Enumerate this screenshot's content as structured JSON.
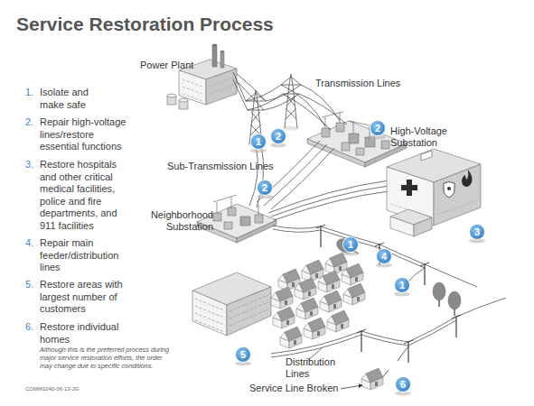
{
  "diagram": {
    "title": "Service Restoration Process",
    "nodes": [
      {
        "text": [
          "1"
        ]
      },
      {
        "text": [
          "2"
        ]
      },
      {
        "text": [
          "2"
        ]
      },
      {
        "text": [
          "2"
        ]
      },
      {
        "text": [
          "3"
        ]
      },
      {
        "text": [
          "1"
        ]
      },
      {
        "text": [
          "4"
        ]
      },
      {
        "text": [
          "1"
        ]
      },
      {
        "text": [
          "5"
        ]
      },
      {
        "text": [
          "6"
        ]
      }
    ],
    "labels": [
      "1.",
      "Isolate and make safe",
      "2.",
      "Repair high-voltage lines/restore essential functions",
      "3.",
      "Restore hospitals and other critical medical facilities, police and fire departments, and 911 facilities",
      "4.",
      "Repair main feeder/distribution lines",
      "5.",
      "Restore areas with largest number of customers",
      "6.",
      "Restore individual homes",
      "Although this is the preferred process during major service restoration efforts, the order may change due to specific conditions.",
      "Power Plant",
      "Transmission Lines",
      "High-Voltage Substation",
      "Sub-Transmission Lines",
      "Neighborhood Substation",
      "Distribution Lines",
      "Service Line Broken",
      "COMM1040-06-13-JG"
    ]
  }
}
